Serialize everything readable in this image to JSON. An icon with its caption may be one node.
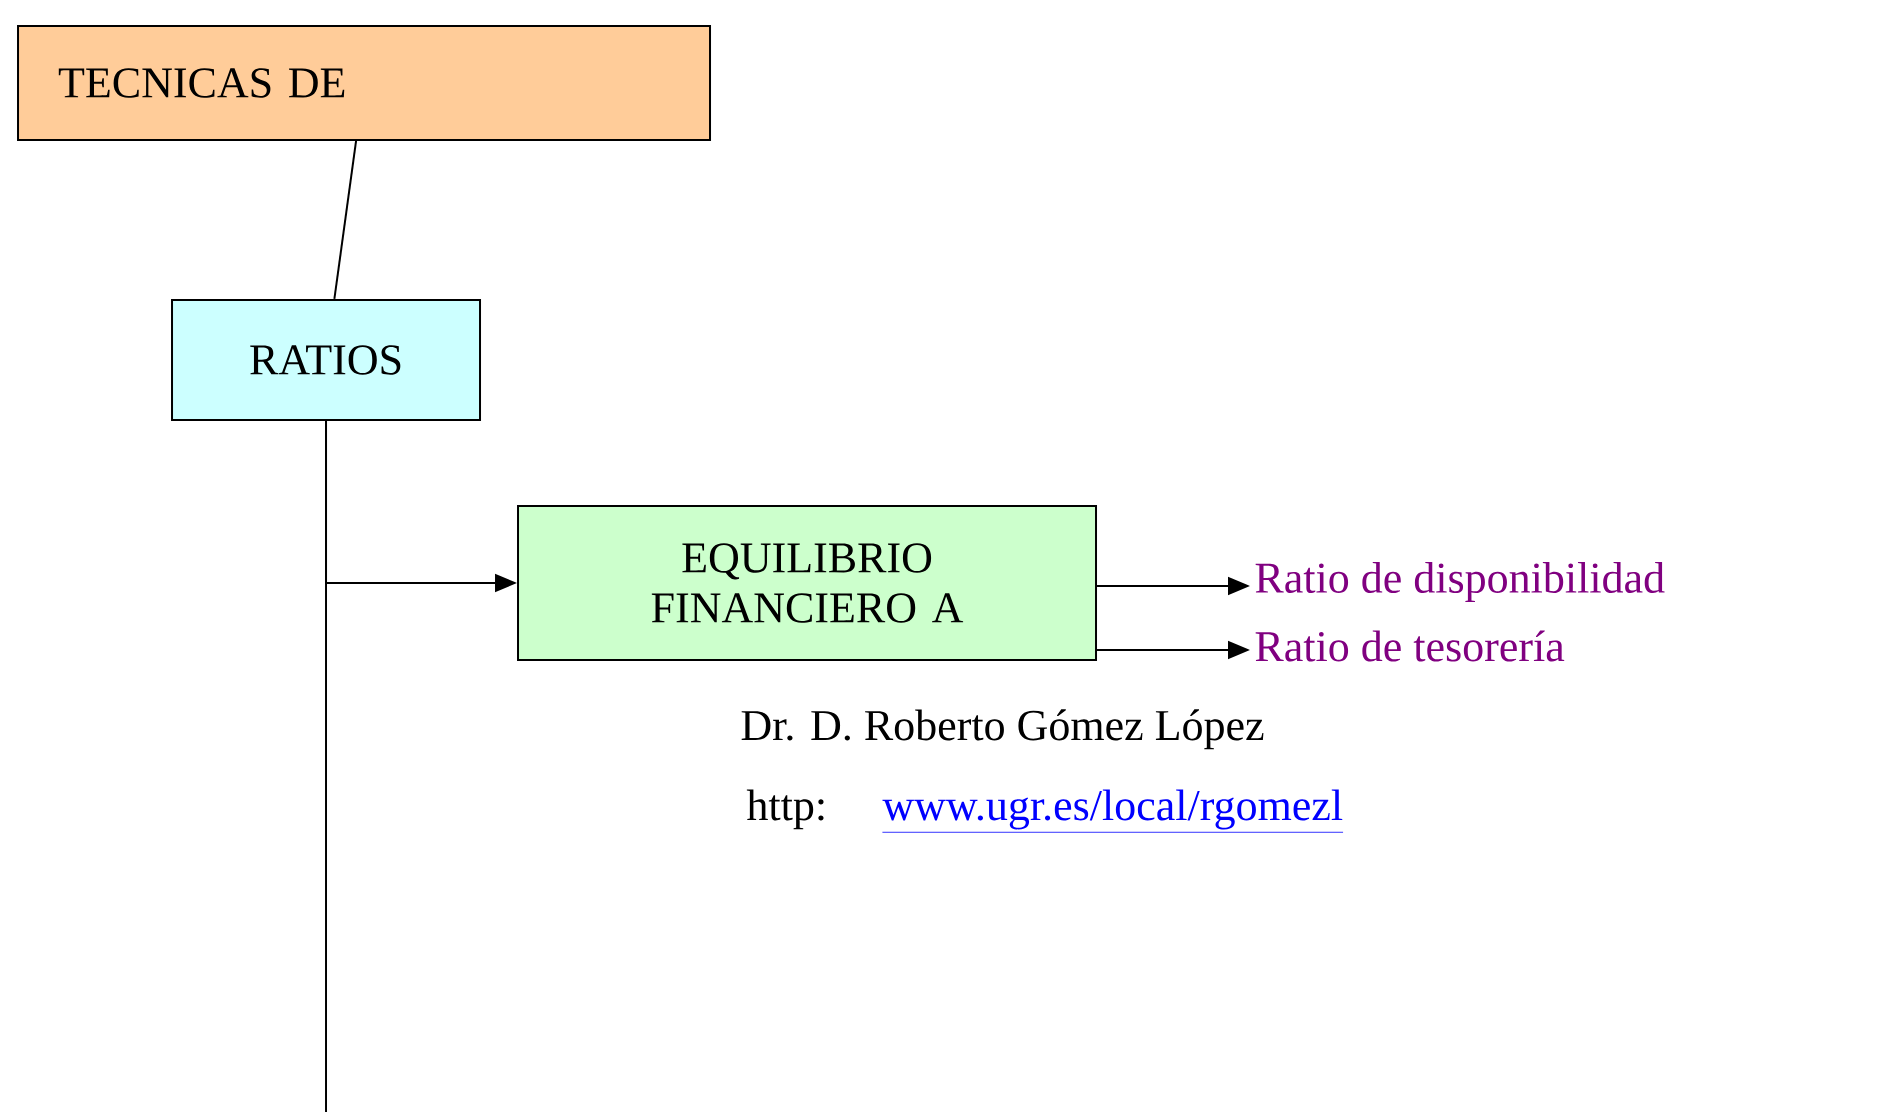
{
  "diagram": {
    "nodes": [
      {
        "text": [
          "TECNICAS DE"
        ]
      },
      {
        "text": [
          "RATIOS"
        ]
      },
      {
        "text": [
          "EQUILIBRIO FINANCIERO A"
        ]
      },
      {
        "text": [
          "Ratio de disponibilidad"
        ]
      },
      {
        "text": [
          "Ratio de tesorería"
        ]
      }
    ],
    "edges": [
      {
        "from": 0,
        "to": 1,
        "arrow": "none"
      },
      {
        "from": 1,
        "to": 2,
        "arrow": "to"
      },
      {
        "from": 1,
        "to": null,
        "arrow": "none"
      },
      {
        "from": 2,
        "to": 3,
        "arrow": "to"
      },
      {
        "from": 2,
        "to": 4,
        "arrow": "to"
      }
    ],
    "labels": [
      "Dr. D. Roberto Gómez López",
      "http:",
      "www.ugr.es/local/rgomezl"
    ]
  }
}
